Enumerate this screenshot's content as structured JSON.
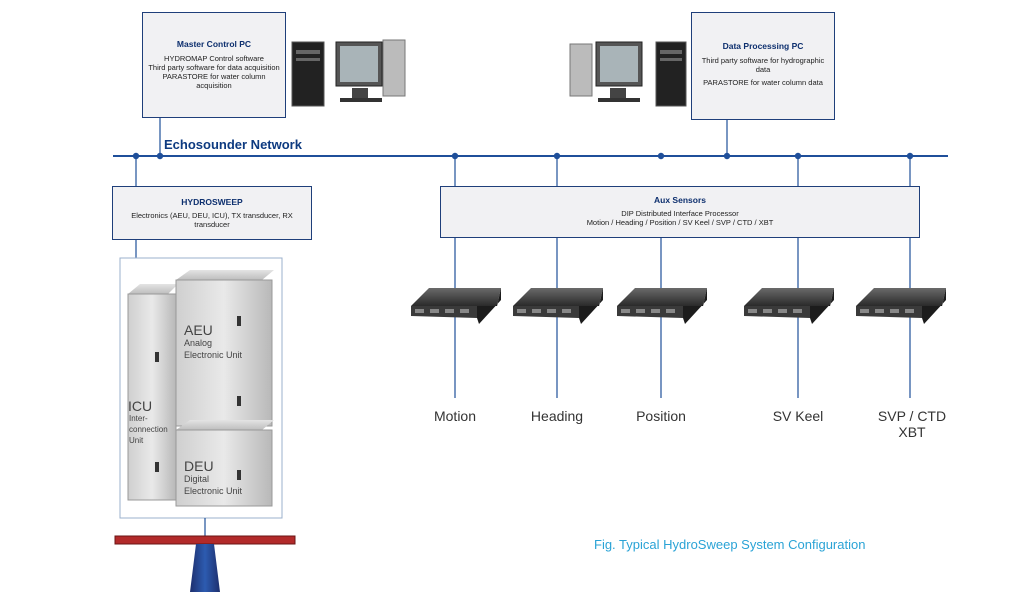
{
  "network_label": "Echosounder Network",
  "master_pc": {
    "title": "Master Control PC",
    "lines": [
      "HYDROMAP Control software",
      "Third party software for data acquisition",
      "PARASTORE for water column",
      "acquisition"
    ]
  },
  "data_pc": {
    "title": "Data Processing PC",
    "lines": [
      "Third party software for hydrographic",
      "data",
      "PARASTORE for water column data"
    ]
  },
  "hydrosweep": {
    "title": "HYDROSWEEP",
    "lines": [
      "Electronics (AEU, DEU, ICU),  TX transducer, RX",
      "transducer"
    ]
  },
  "aux": {
    "title": "Aux Sensors",
    "lines": [
      "DIP Distributed Interface Processor",
      "Motion / Heading / Position / SV Keel / SVP / CTD / XBT"
    ]
  },
  "sensors": [
    "Motion",
    "Heading",
    "Position",
    "SV Keel",
    "SVP / CTD\nXBT"
  ],
  "cabinets": {
    "aeu_code": "AEU",
    "aeu_l1": "Analog",
    "aeu_l2": "Electronic Unit",
    "deu_code": "DEU",
    "deu_l1": "Digital",
    "deu_l2": "Electronic Unit",
    "icu_code": "ICU",
    "icu_l1": "Inter-",
    "icu_l2": "connection",
    "icu_l3": "Unit"
  },
  "caption": "Fig. Typical HydroSweep System Configuration",
  "colors": {
    "line": "#1f4f9a",
    "caption": "#2aa3d6",
    "transducer_bar": "#b22a2a"
  }
}
